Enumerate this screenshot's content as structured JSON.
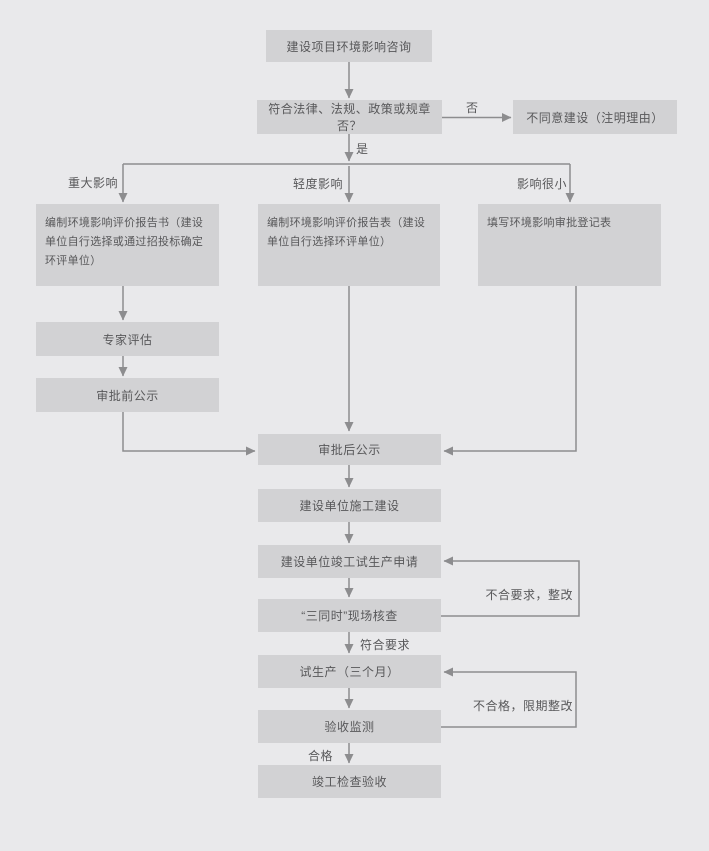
{
  "colors": {
    "background": "#e9e9eb",
    "box_fill": "#d2d2d4",
    "line": "#8d8d8f",
    "text": "#58585a"
  },
  "nodes": {
    "consult": {
      "label": "建设项目环境影响咨询"
    },
    "decision": {
      "label": "符合法律、法规、政策或规章否？"
    },
    "disagree": {
      "label": "不同意建设（注明理由）"
    },
    "report_book": {
      "label": "编制环境影响评价报告书（建设单位自行选择或通过招投标确定环评单位）"
    },
    "report_form": {
      "label": "编制环境影响评价报告表（建设单位自行选择环评单位）"
    },
    "register_form": {
      "label": "填写环境影响审批登记表"
    },
    "expert_review": {
      "label": "专家评估"
    },
    "pre_publicity": {
      "label": "审批前公示"
    },
    "post_publicity": {
      "label": "审批后公示"
    },
    "construction": {
      "label": "建设单位施工建设"
    },
    "trial_apply": {
      "label": "建设单位竣工试生产申请"
    },
    "site_check": {
      "label": "“三同时”现场核查"
    },
    "trial_production": {
      "label": "试生产（三个月）"
    },
    "accept_monitor": {
      "label": "验收监测"
    },
    "final_accept": {
      "label": "竣工检查验收"
    }
  },
  "edge_labels": {
    "no": "否",
    "yes": "是",
    "major": "重大影响",
    "light": "轻度影响",
    "small": "影响很小",
    "meets": "符合要求",
    "qualified": "合格",
    "rework1": "不合要求，整改",
    "rework2": "不合格，限期整改"
  }
}
